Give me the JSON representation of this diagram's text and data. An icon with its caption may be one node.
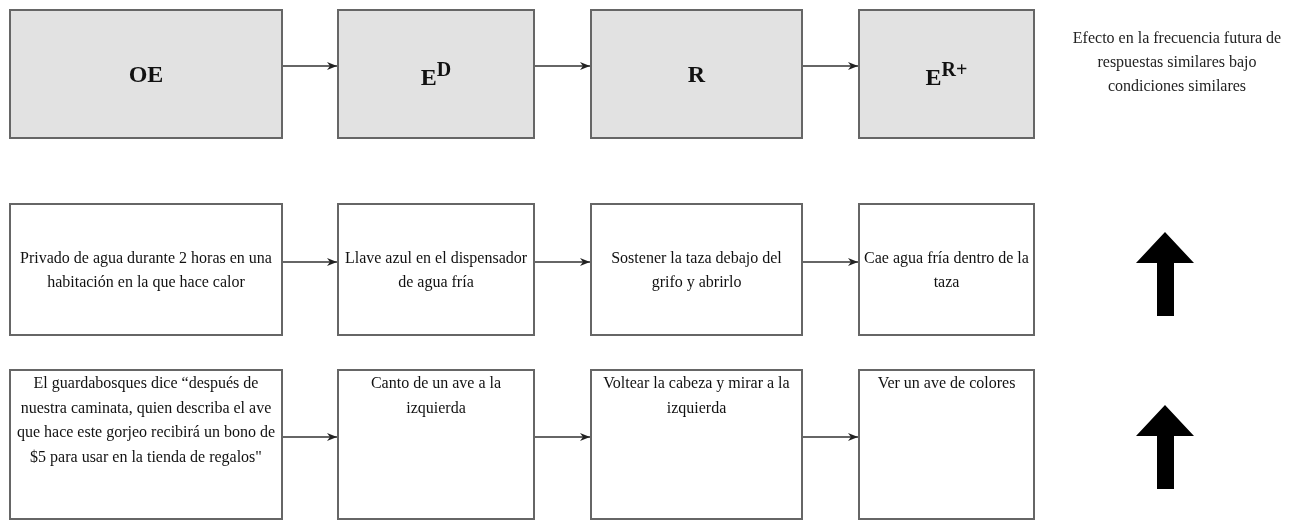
{
  "diagram": {
    "nodes": [
      {
        "text": [
          "OE"
        ]
      },
      {
        "text": [
          "E$^{D}$"
        ]
      },
      {
        "text": [
          "R"
        ]
      },
      {
        "text": [
          "E$^{R+}$"
        ]
      },
      {
        "text": [
          "Privado de agua durante 2 horas en una habitación en la que hace calor"
        ]
      },
      {
        "text": [
          "Llave azul en el dispensador de agua fría"
        ]
      },
      {
        "text": [
          "Sostener la taza debajo del grifo y abrirlo"
        ]
      },
      {
        "text": [
          "Cae agua fría dentro de la taza"
        ]
      },
      {
        "text": [
          "El guardabosques dice “después de nuestra caminata, quien describa el ave que hace este gorjeo recibirá un bono de $5 para usar en la tienda de regalos\""
        ]
      },
      {
        "text": [
          "Canto de un ave a la izquierda"
        ]
      },
      {
        "text": [
          "Voltear la cabeza y mirar a la izquierda"
        ]
      },
      {
        "text": [
          "Ver un ave de colores"
        ]
      }
    ],
    "edges": [
      {
        "from": 0,
        "to": 1,
        "arrow": "to"
      },
      {
        "from": 1,
        "to": 2,
        "arrow": "to"
      },
      {
        "from": 2,
        "to": 3,
        "arrow": "to"
      },
      {
        "from": 4,
        "to": 5,
        "arrow": "to"
      },
      {
        "from": 5,
        "to": 6,
        "arrow": "to"
      },
      {
        "from": 6,
        "to": 7,
        "arrow": "to"
      },
      {
        "from": 8,
        "to": 9,
        "arrow": "to"
      },
      {
        "from": 9,
        "to": 10,
        "arrow": "to"
      },
      {
        "from": 10,
        "to": 11,
        "arrow": "to"
      }
    ],
    "labels": [
      "Efecto en la frecuencia futura de respuestas similares bajo condiciones similares"
    ]
  }
}
